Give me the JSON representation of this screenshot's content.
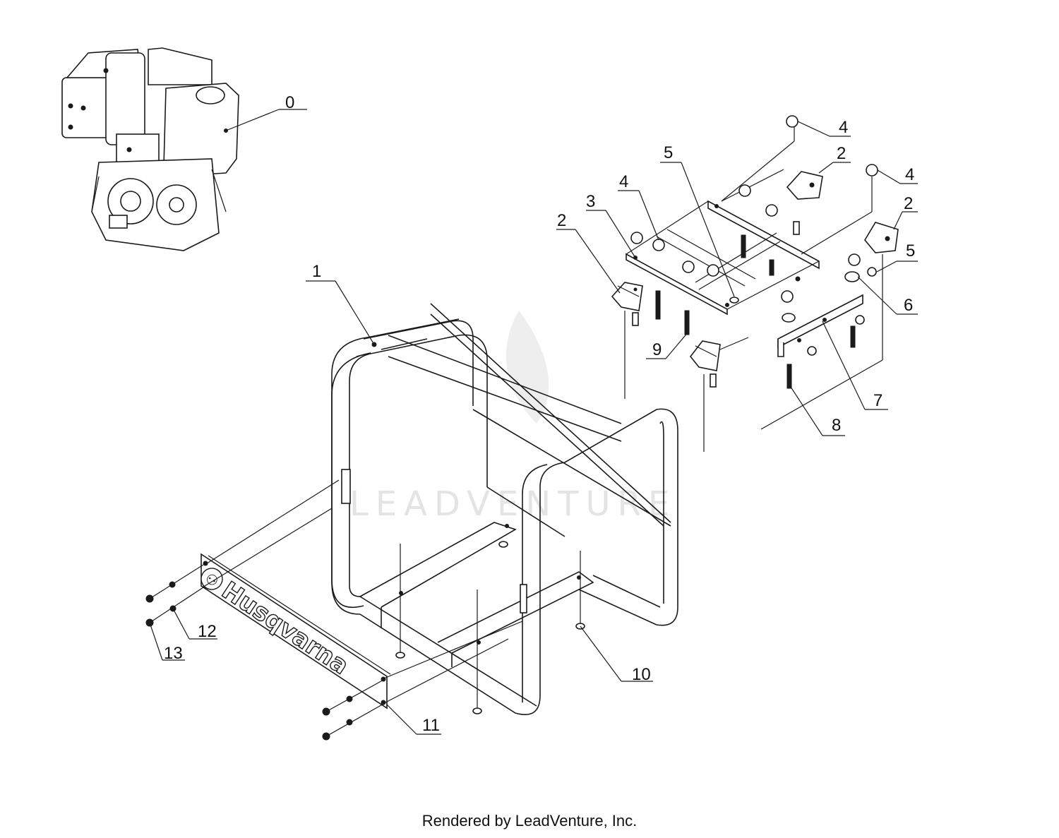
{
  "diagram": {
    "callouts": [
      "0",
      "1",
      "2",
      "2",
      "2",
      "3",
      "4",
      "4",
      "4",
      "5",
      "5",
      "6",
      "7",
      "8",
      "9",
      "10",
      "11",
      "12",
      "13"
    ],
    "brand_logo_text": "Husqvarna",
    "watermark_text": "LEADVENTURE"
  },
  "footer": {
    "text": "Rendered by LeadVenture, Inc."
  },
  "colors": {
    "line": "#1a1a1a",
    "background": "#ffffff",
    "watermark": "#e4e4e4"
  }
}
